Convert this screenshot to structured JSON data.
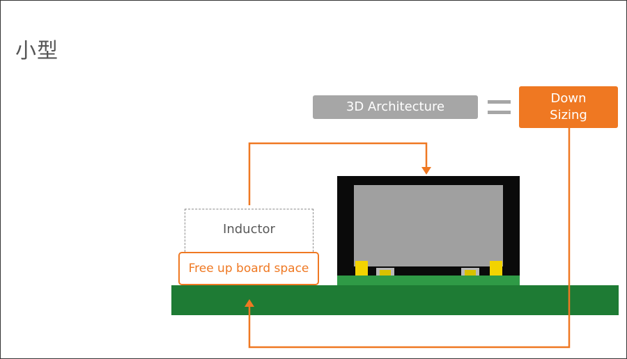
{
  "title": "小型",
  "diagram": {
    "architecture_label": "3D Architecture",
    "downsizing_label_line1": "Down",
    "downsizing_label_line2": "Sizing",
    "inductor_label": "Inductor",
    "free_space_label": "Free up board space"
  },
  "colors": {
    "accent_orange": "#ef7822",
    "box_gray": "#a6a6a6",
    "pcb_green": "#1e7b34",
    "module_black": "#0a0a0a"
  }
}
